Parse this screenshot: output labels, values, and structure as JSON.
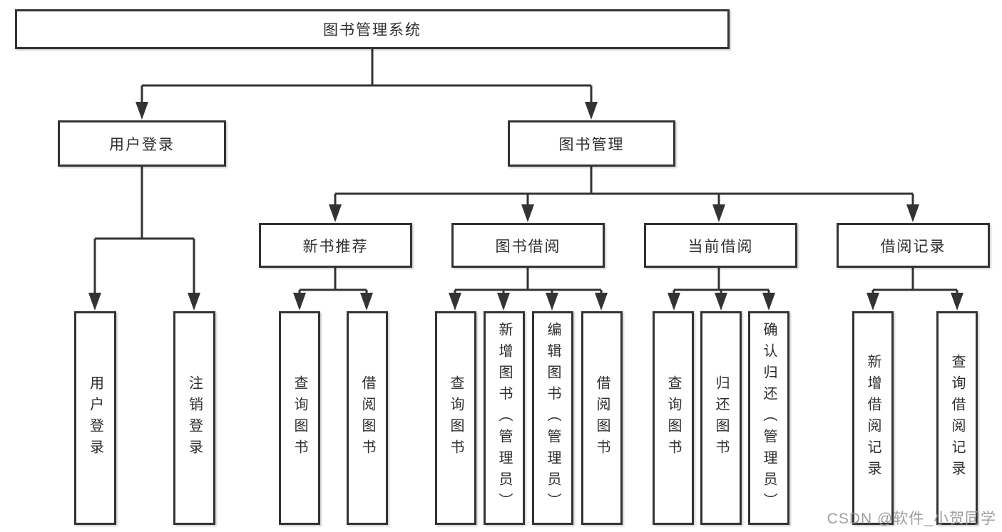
{
  "diagram": {
    "root": {
      "label": "图书管理系统",
      "children": [
        {
          "label": "用户登录",
          "children": [
            {
              "label": "用户登录"
            },
            {
              "label": "注销登录"
            }
          ]
        },
        {
          "label": "图书管理",
          "children": [
            {
              "label": "新书推荐",
              "children": [
                {
                  "label": "查询图书"
                },
                {
                  "label": "借阅图书"
                }
              ]
            },
            {
              "label": "图书借阅",
              "children": [
                {
                  "label": "查询图书"
                },
                {
                  "label": "新增图书（管理员）"
                },
                {
                  "label": "编辑图书（管理员）"
                },
                {
                  "label": "借阅图书"
                }
              ]
            },
            {
              "label": "当前借阅",
              "children": [
                {
                  "label": "查询图书"
                },
                {
                  "label": "归还图书"
                },
                {
                  "label": "确认归还（管理员）"
                }
              ]
            },
            {
              "label": "借阅记录",
              "children": [
                {
                  "label": "新增借阅记录"
                },
                {
                  "label": "查询借阅记录"
                }
              ]
            }
          ]
        }
      ]
    },
    "watermark": "CSDN @软件_小贺同学",
    "colors": {
      "line": "#333333",
      "border": "#333333",
      "text": "#2e2e2e",
      "watermark": "#969696",
      "background": "#ffffff"
    }
  }
}
